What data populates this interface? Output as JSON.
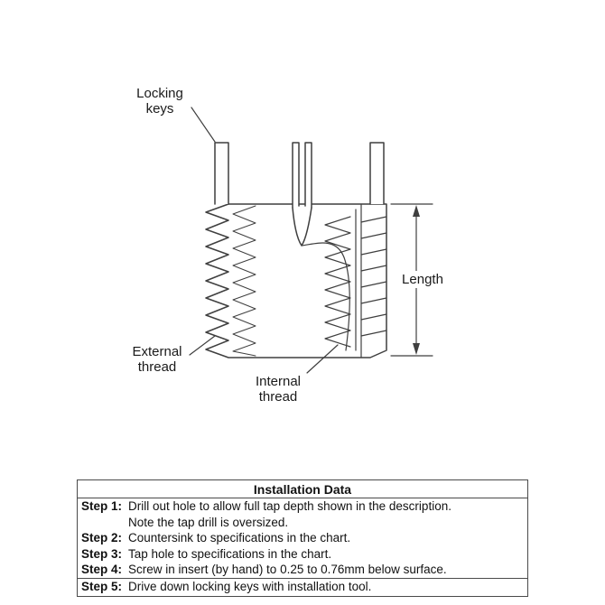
{
  "diagram": {
    "labels": {
      "locking_keys": "Locking\nkeys",
      "length": "Length",
      "external_thread": "External\nthread",
      "internal_thread": "Internal\nthread"
    }
  },
  "installation": {
    "title": "Installation Data",
    "steps": [
      {
        "label": "Step 1:",
        "text": "Drill out hole to allow full tap depth shown in the description.\nNote the tap drill is oversized."
      },
      {
        "label": "Step 2:",
        "text": "Countersink to specifications in the chart."
      },
      {
        "label": "Step 3:",
        "text": "Tap hole to specifications in the chart."
      },
      {
        "label": "Step 4:",
        "text": "Screw in insert (by hand) to 0.25 to 0.76mm below surface."
      },
      {
        "label": "Step 5:",
        "text": "Drive down locking keys with installation tool."
      }
    ]
  },
  "colors": {
    "line": "#3f3f3f",
    "text": "#1a1a1a",
    "table_border": "#4a4a4a"
  }
}
